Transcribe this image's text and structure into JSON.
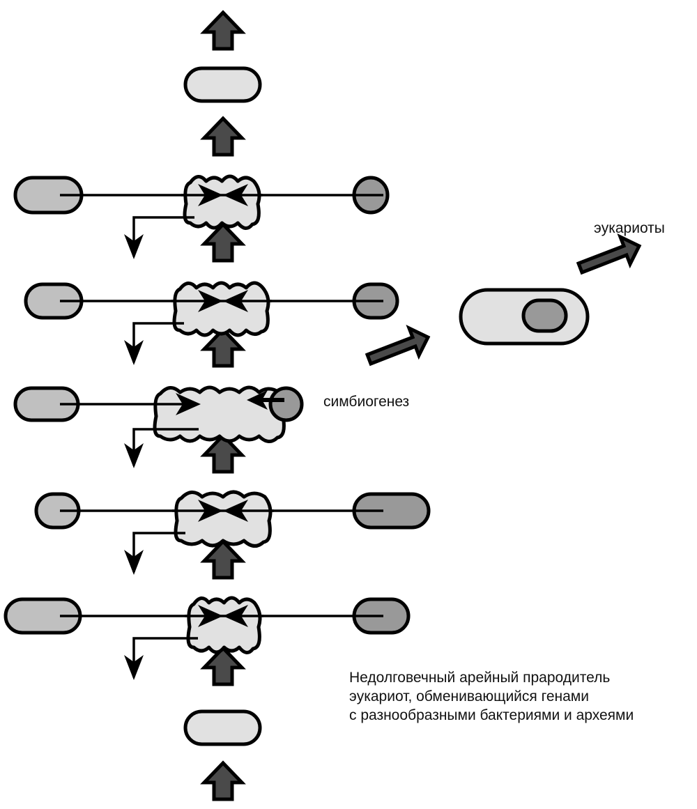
{
  "diagram": {
    "type": "evolutionary-gene-exchange-schematic",
    "labels": {
      "symbiogenesis": "симбиогенез",
      "eukaryotes": "эукариоты",
      "caption_lines": [
        "Недолговечный арейный прародитель",
        "эукариот, обменивающийся генами",
        "с разнообразными бактериями и археями"
      ]
    },
    "colors": {
      "ancestor_fill": "#e1e1e1",
      "bacteria_fill": "#c0c0c0",
      "archaea_fill": "#999999",
      "arrow_fill": "#4a4a4a",
      "stroke": "#000000"
    },
    "rows": [
      {
        "id": "row-1",
        "event": "gene-exchange",
        "left_partner": "bacterium",
        "right_partner": "archaeon"
      },
      {
        "id": "row-2",
        "event": "gene-exchange",
        "left_partner": "bacterium",
        "right_partner": "archaeon"
      },
      {
        "id": "row-3",
        "event": "symbiogenesis",
        "left_partner": "bacterium",
        "right_partner": "endosymbiont"
      },
      {
        "id": "row-4",
        "event": "gene-exchange",
        "left_partner": "bacterium",
        "right_partner": "archaeon"
      },
      {
        "id": "row-5",
        "event": "gene-exchange",
        "left_partner": "bacterium",
        "right_partner": "archaeon"
      }
    ]
  }
}
